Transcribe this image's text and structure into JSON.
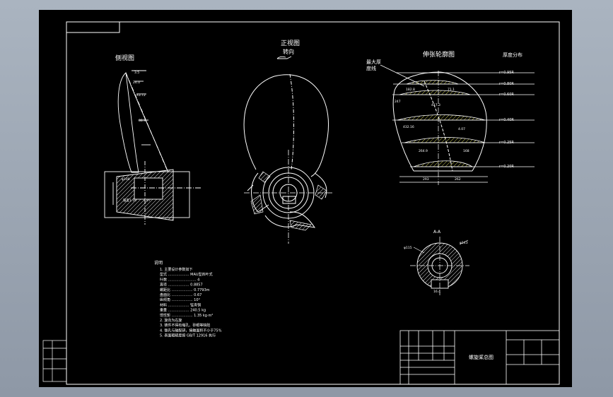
{
  "views": {
    "side_view": {
      "title": "侧视图"
    },
    "front_view": {
      "title": "正视图",
      "subtitle": "转向"
    },
    "profile": {
      "title": "伸张轮廓图",
      "thickness_title": "厚度分布"
    },
    "section": {
      "title": "A-A"
    },
    "max_thickness": {
      "line1": "最大厚",
      "line2": "度线"
    }
  },
  "notes": {
    "heading": "说明",
    "lines": [
      "1.  主要设计参数如下",
      "    型式 ……………… MAU型四叶式",
      "    叶数 …………………… 4",
      "    直径 ……………… 0.8857",
      "    螺距比 ……………… 0.7793m",
      "    盘面比 ……………… 0.67",
      "    纵倾角 ……………… 10°",
      "    材料 ……………… 锰青铜",
      "    重量 ……………… 240.5 kg",
      "    惯性矩 ……………… 1.35 kg·m²",
      "2.  旋向为右旋",
      "3.  铸件不得有缩孔、砂眼等缺陷",
      "4.  锥孔与轴配研，接触面积不小于75%",
      "5.  表面粗糙度按 GB/T 12916 执行"
    ]
  },
  "thickness_labels": [
    "r=0.95R",
    "r=0.80R",
    "r=0.60R",
    "r=0.40R",
    "r=0.25R",
    "r=0.20R"
  ],
  "title_block": {
    "drawing_name": "螺旋桨总图"
  },
  "colors": {
    "line": "#ffffff",
    "text": "#ffffff",
    "accent": "#ffff66",
    "paper": "#000000"
  }
}
